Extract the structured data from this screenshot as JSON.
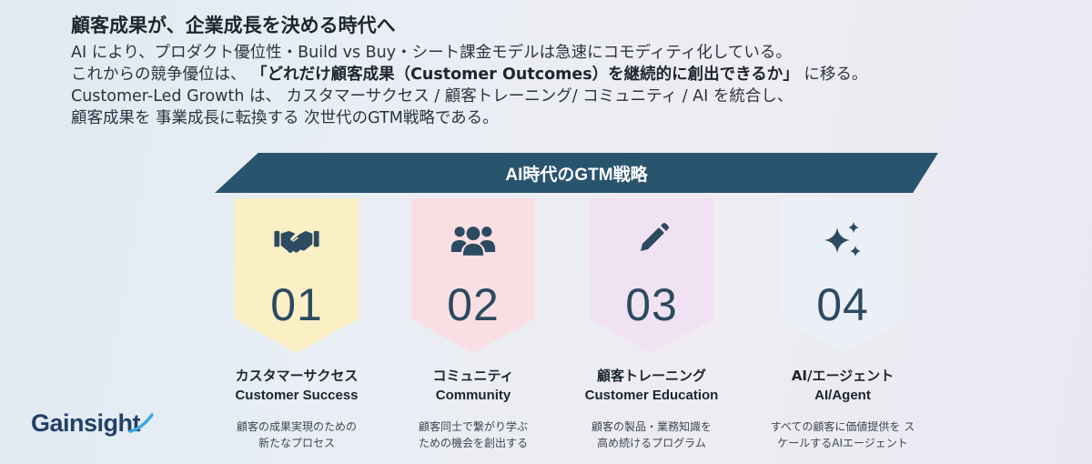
{
  "headline": "顧客成果が、企業成長を決める時代へ",
  "intro": {
    "line1": "AI により、プロダクト優位性・Build vs Buy・シート課金モデルは急速にコモディティ化している。",
    "line2_pre": "これからの競争優位は、",
    "line2_em": "「どれだけ顧客成果（Customer Outcomes）を継続的に創出できるか」",
    "line2_post": "に移る。",
    "line3": "Customer-Led Growth は、 カスタマーサクセス / 顧客トレーニング/ コミュニティ / AI を統合し、",
    "line4": "顧客成果を 事業成長に転換する 次世代のGTM戦略である。"
  },
  "banner": {
    "title": "AI時代のGTM戦略"
  },
  "pillars": [
    {
      "number": "01",
      "icon": "handshake-icon",
      "title_jp": "カスタマーサクセス",
      "title_en": "Customer Success",
      "desc1": "顧客の成果実現のための",
      "desc2": "新たなプロセス",
      "color": "#fbefc6"
    },
    {
      "number": "02",
      "icon": "people-group-icon",
      "title_jp": "コミュニティ",
      "title_en": "Community",
      "desc1": "顧客同士で繋がり学ぶ",
      "desc2": "ための機会を創出する",
      "color": "#f9dfe3"
    },
    {
      "number": "03",
      "icon": "pencil-icon",
      "title_jp": "顧客トレーニング",
      "title_en": "Customer Education",
      "desc1": "顧客の製品・業務知識を",
      "desc2": "高め続けるプログラム",
      "color": "#f1e2f3"
    },
    {
      "number": "04",
      "icon": "sparkles-icon",
      "title_jp": "AI/エージェント",
      "title_en": "AI/Agent",
      "desc1": "すべての顧客に価値提供を ス",
      "desc2": "ケールするAIエージェント",
      "color": "#ebf0f7"
    }
  ],
  "logo": {
    "text": "Gainsight"
  },
  "colors": {
    "banner": "#29546e",
    "icon": "#2c4a60",
    "logo": "#24406a",
    "logo_accent": "#39a9e0"
  }
}
